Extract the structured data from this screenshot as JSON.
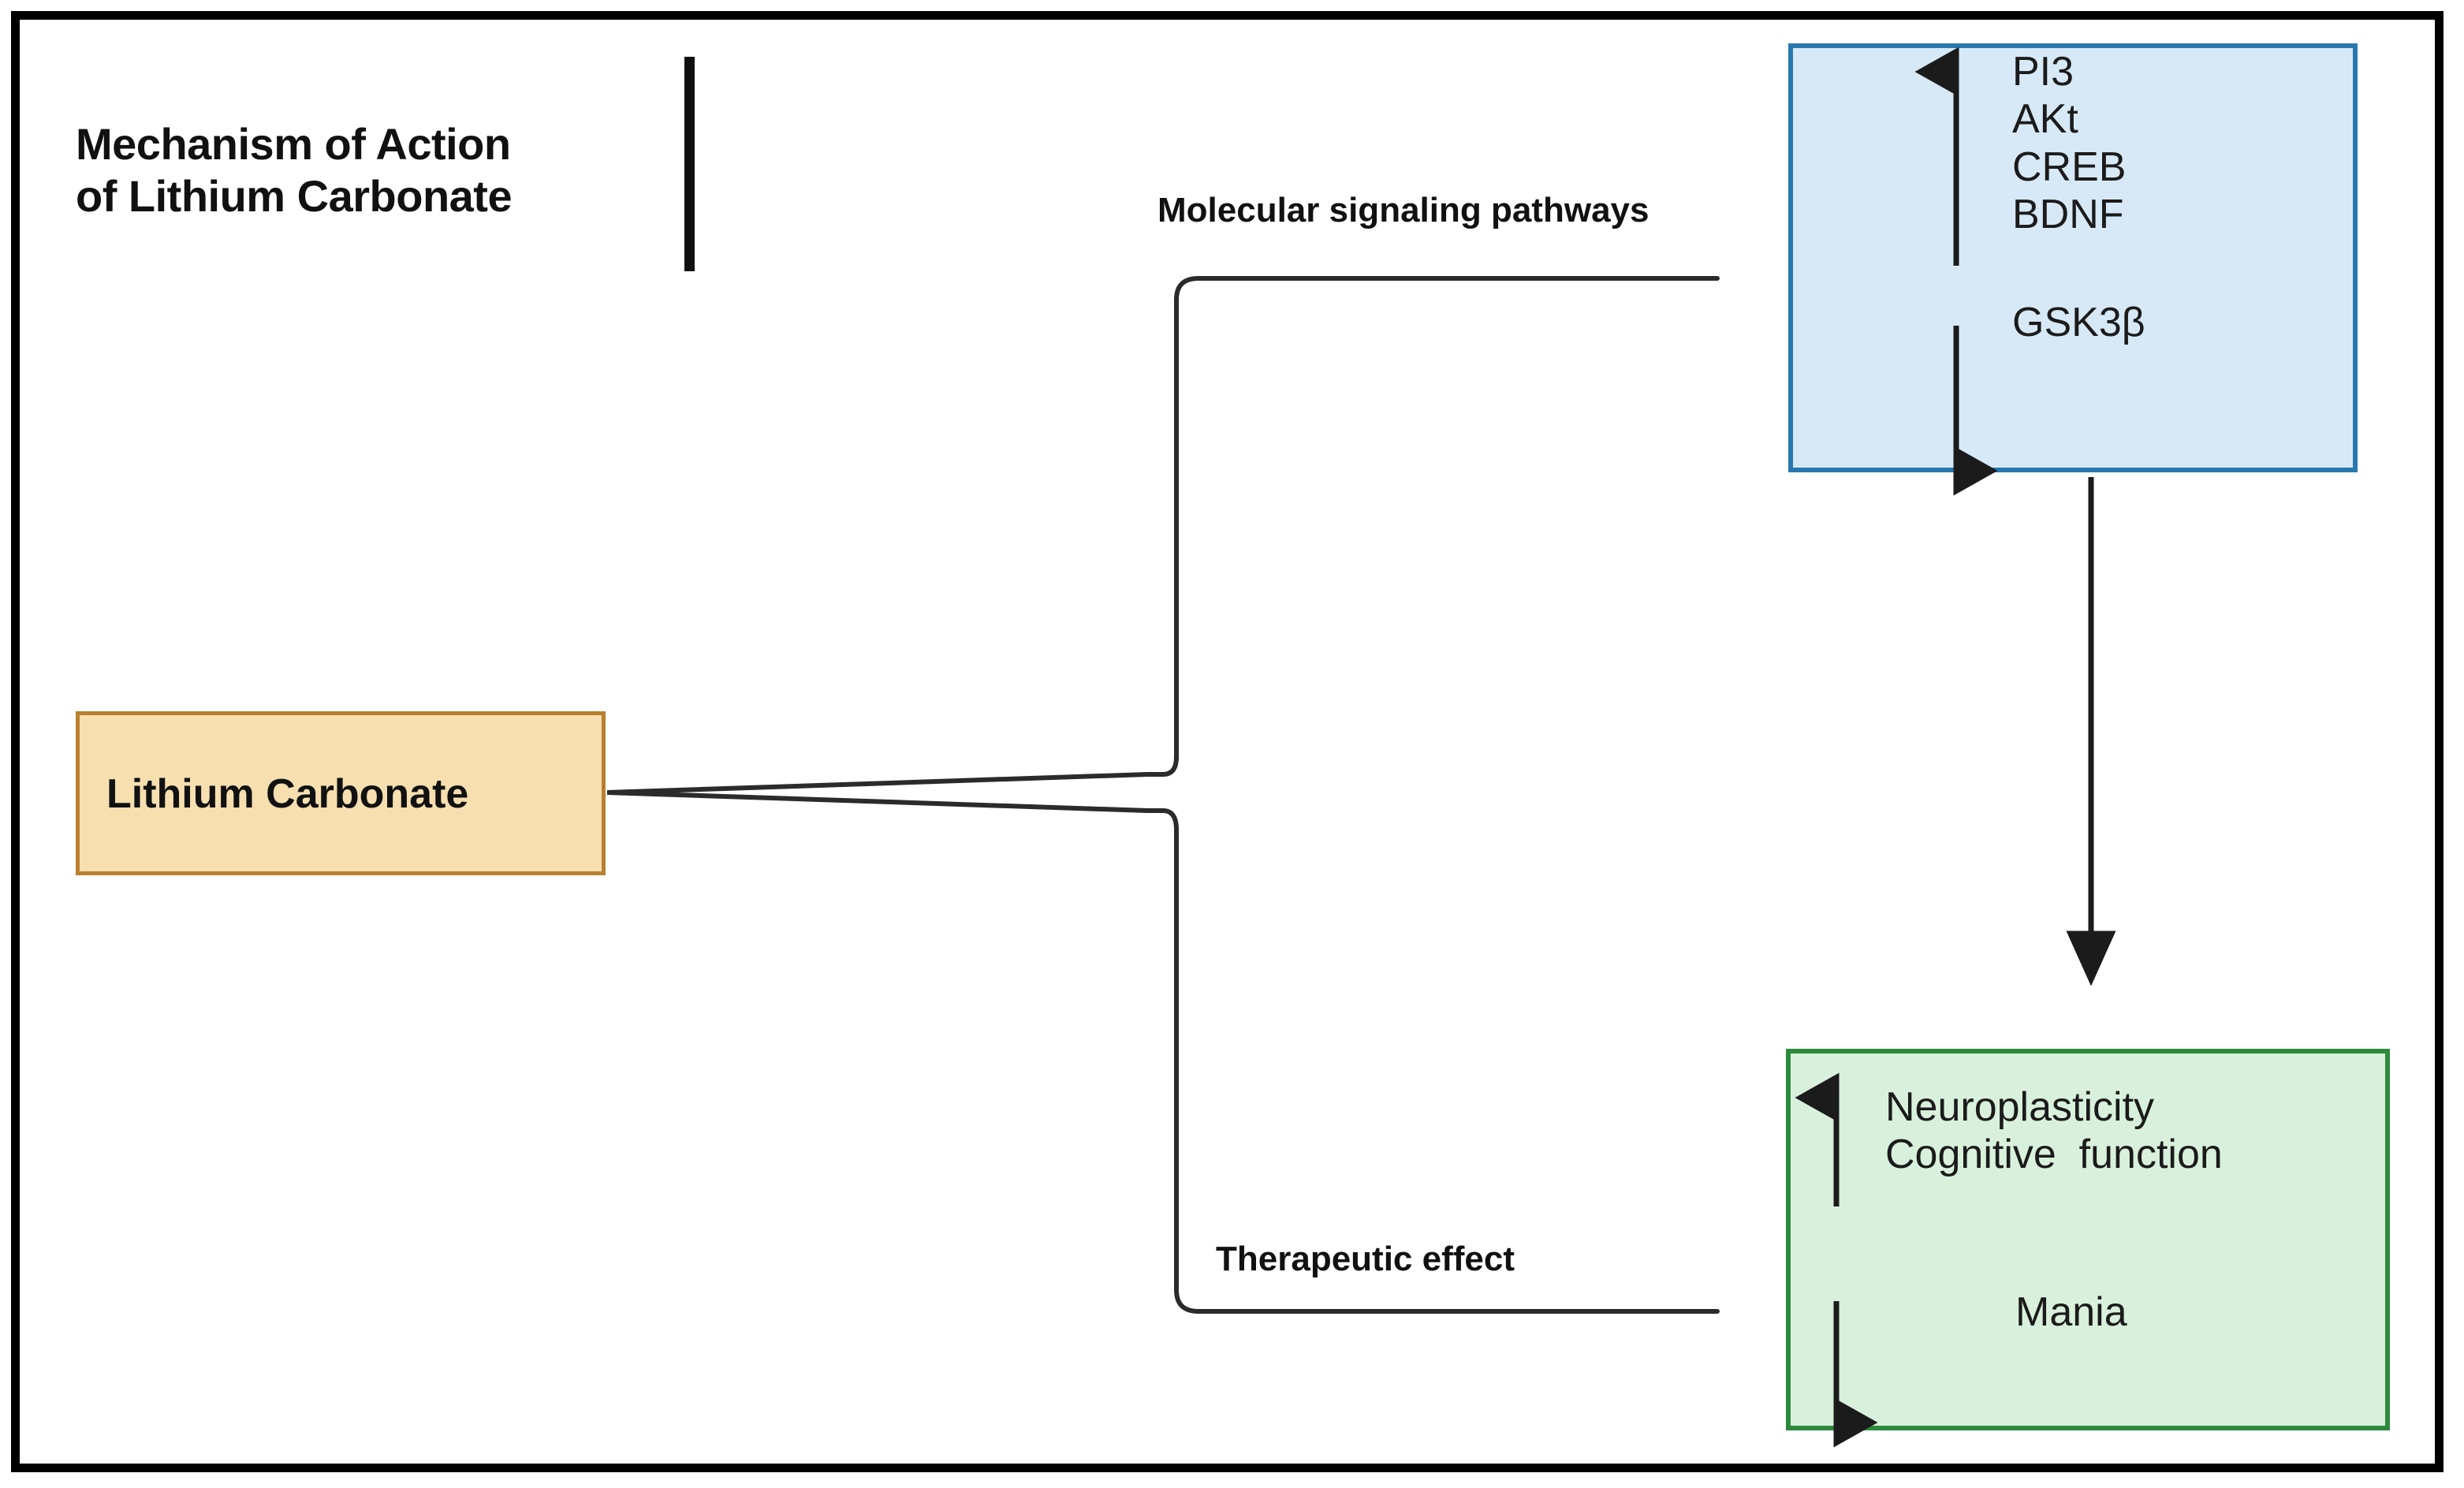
{
  "figure": {
    "title_line1": "Mechanism of Action",
    "title_line2": "of Lithium Carbonate"
  },
  "nodes": {
    "drug": {
      "label": "Lithium Carbonate"
    },
    "pathways": {
      "up_items": "PI3\nAKt\nCREB\nBDNF",
      "down_items": "GSK3β",
      "up_arrow": "up-arrow-icon",
      "down_arrow": "down-arrow-icon"
    },
    "effects": {
      "up_items": "Neuroplasticity\nCognitive  function",
      "down_items": "Mania",
      "up_arrow": "up-arrow-icon",
      "down_arrow": "down-arrow-icon"
    }
  },
  "edges": {
    "molecular": {
      "label": "Molecular signaling pathways"
    },
    "therapeutic": {
      "label": "Therapeutic effect"
    },
    "pathways_to_effects": {
      "label": "",
      "arrow": "down-arrow-icon"
    }
  },
  "colors": {
    "frame": "#000000",
    "drug_fill": "#f7dfb0",
    "drug_border": "#b9802f",
    "pathways_fill": "#d7e9f7",
    "pathways_border": "#2878ad",
    "effects_fill": "#d9f1dc",
    "effects_border": "#2d8a3c",
    "connector": "#2b2b2b",
    "text": "#111111"
  },
  "chart_data": {
    "type": "diagram",
    "title": "Mechanism of Action of Lithium Carbonate",
    "nodes": [
      {
        "id": "drug",
        "label": "Lithium Carbonate",
        "shape": "rect",
        "fill": "#f7dfb0"
      },
      {
        "id": "pathways",
        "label": "PI3 / AKt / CREB / BDNF ↑, GSK3β ↓",
        "shape": "rect",
        "fill": "#d7e9f7"
      },
      {
        "id": "effects",
        "label": "Neuroplasticity / Cognitive function ↑, Mania ↓",
        "shape": "rect",
        "fill": "#d9f1dc"
      }
    ],
    "edges": [
      {
        "from": "drug",
        "to": "pathways",
        "label": "Molecular signaling pathways"
      },
      {
        "from": "drug",
        "to": "effects",
        "label": "Therapeutic effect"
      },
      {
        "from": "pathways",
        "to": "effects",
        "label": "",
        "arrowhead": true
      }
    ]
  }
}
